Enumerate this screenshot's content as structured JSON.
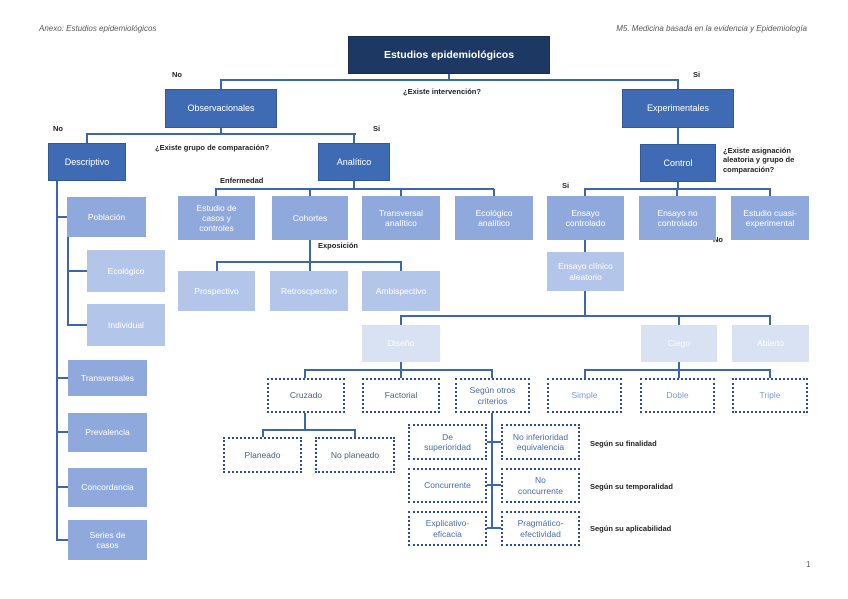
{
  "page": {
    "header_left": "Anexo: Estudios epidemiológicos",
    "header_right": "M5. Medicina basada en la evidencia y Epidemiología",
    "page_number": "1"
  },
  "nodes": {
    "title": "Estudios epidemiológicos",
    "observacionales": "Observacionales",
    "experimentales": "Experimentales",
    "descriptivo": "Descriptivo",
    "analitico": "Analítico",
    "control": "Control",
    "poblacion": "Población",
    "estudio_casos": "Estudio de\ncasos y\ncontroles",
    "cohortes": "Cohortes",
    "transversal_analitico": "Transversal\nanalítico",
    "ecologico_analitico": "Ecológico\nanalítico",
    "ensayo_controlado": "Ensayo\ncontrolado",
    "ensayo_no_controlado": "Ensayo no\ncontrolado",
    "estudio_cuasi": "Estudio cuasi-\nexperimental",
    "ecologico": "Ecológico",
    "individual": "Individual",
    "prospectivo": "Prospectivo",
    "retrospectivo": "Retroscpectivo",
    "ambispectivo": "Ambispectivo",
    "eca": "Ensayo clínico\naleatorio",
    "transversales": "Transversales",
    "prevalencia": "Prevalencia",
    "concordancia": "Concordancia",
    "series_casos": "Series de\ncasos",
    "diseno": "Diseño",
    "ciego": "Ciego",
    "abierto": "Abierto",
    "cruzado": "Cruzado",
    "factorial": "Factorial",
    "segun_otros": "Según otros\ncriterios",
    "simple": "Simple",
    "doble": "Doble",
    "triple": "Triple",
    "planeado": "Planeado",
    "no_planeado": "No planeado",
    "de_superioridad": "De\nsuperioridad",
    "no_inferioridad": "No inferioridad\nequivalencia",
    "concurrente": "Concurrente",
    "no_concurrente": "No\nconcurrente",
    "explicativo": "Explicativo-\neficacia",
    "pragmatico": "Pragmático-\nefectividad"
  },
  "labels": {
    "no_intervencion": "No",
    "si_intervencion": "Si",
    "existe_intervencion": "¿Existe intervención?",
    "no_grupo": "No",
    "si_grupo": "Si",
    "existe_grupo": "¿Existe grupo de comparación?",
    "existe_asignacion": "¿Existe asignación\naleatoria y grupo de\ncomparación?",
    "enfermedad": "Enfermedad",
    "si_asignacion": "Si",
    "no_asignacion": "No",
    "exposicion": "Exposición",
    "segun_finalidad": "Según su finalidad",
    "segun_temporalidad": "Según su temporalidad",
    "segun_aplicabilidad": "Según su aplicabilidad"
  },
  "colors": {
    "root_fill": "#1e3864",
    "level2_fill": "#3e6bb4",
    "level3_fill": "#8fa9dc",
    "level4_fill": "#b3c5e8",
    "level5_fill": "#d9e2f3",
    "connector": "#3b67ae",
    "dashed_border": "#2d4d93"
  }
}
